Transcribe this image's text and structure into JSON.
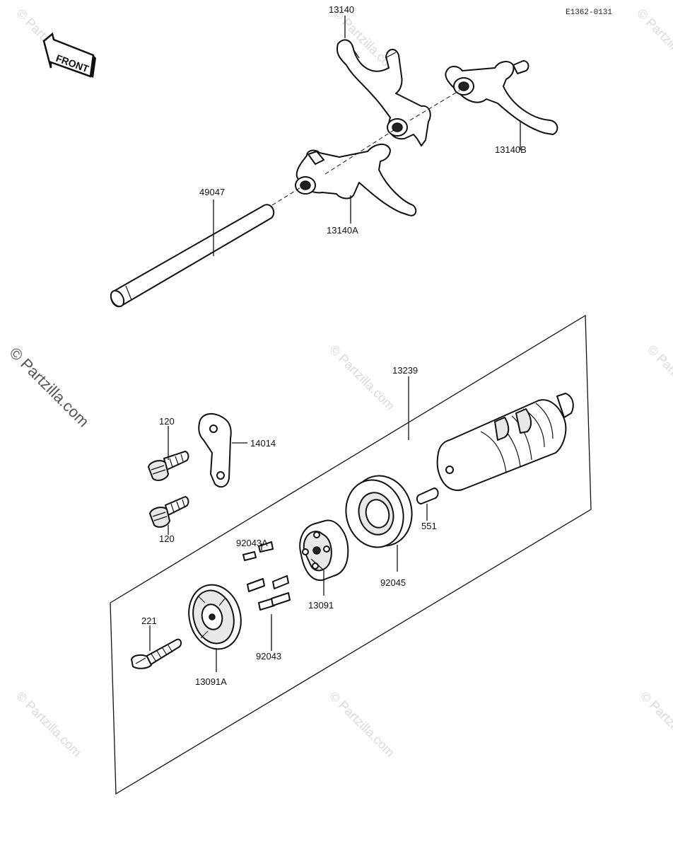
{
  "diagram_code": "E1362-0131",
  "front_label": "FRONT",
  "watermark": "© Partzilla.com",
  "parts": {
    "fork_main": "13140",
    "fork_b": "13140B",
    "fork_a": "13140A",
    "shaft": "49047",
    "drum_assembly": "13239",
    "bolt_upper": "120",
    "bolt_lower": "120",
    "plate": "14014",
    "pin_set_a": "92043A",
    "pin_set": "92043",
    "cam": "13091",
    "bearing": "92045",
    "pin_551": "551",
    "screw": "221",
    "cam_plate": "13091A"
  },
  "icons": {
    "front_arrow": "front-arrow-icon"
  }
}
